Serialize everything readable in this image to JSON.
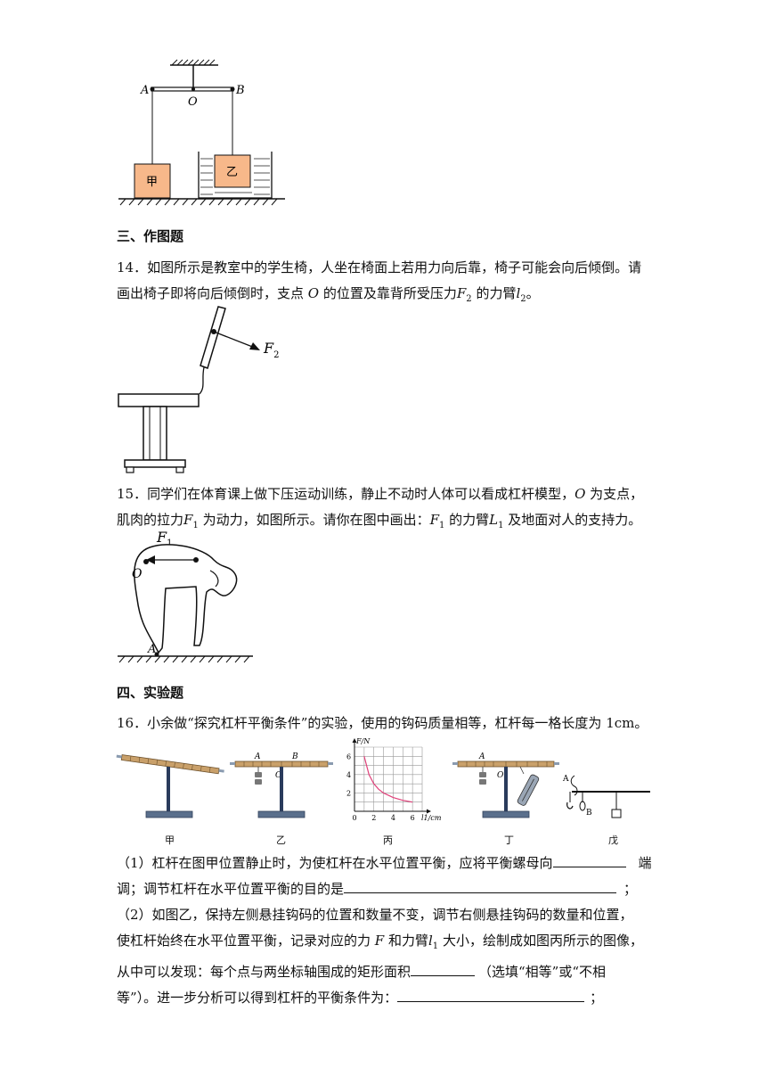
{
  "fig13": {
    "label_a": "A",
    "label_b": "B",
    "label_o": "O",
    "block_jia": "甲",
    "block_yi": "乙"
  },
  "section3": {
    "title": "三、作图题"
  },
  "q14": {
    "line1": "14．如图所示是教室中的学生椅，人坐在椅面上若用力向后靠，椅子可能会向后倾倒。请",
    "line2_a": "画出椅子即将向后倾倒时，支点 ",
    "line2_o": "O",
    "line2_b": " 的位置及靠背所受压力",
    "line2_f": "F",
    "line2_f_sub": "2",
    "line2_c": " 的力臂",
    "line2_l": "l",
    "line2_l_sub": "2",
    "line2_d": "。",
    "fig_f": "F",
    "fig_f_sub": "2"
  },
  "q15": {
    "line1_a": "15．同学们在体育课上做下压运动训练，静止不动时人体可以看成杠杆模型，",
    "line1_o": "O",
    "line1_b": " 为支点，",
    "line2_a": "肌肉的拉力",
    "line2_f": "F",
    "line2_f_sub": "1",
    "line2_b": " 为动力，如图所示。请你在图中画出：",
    "line2_f2": "F",
    "line2_f2_sub": "1",
    "line2_c": " 的力臂",
    "line2_l": "L",
    "line2_l_sub": "1",
    "line2_d": " 及地面对人的支持力。",
    "fig_f": "F",
    "fig_f_sub": "1",
    "fig_o": "O",
    "fig_a": "A"
  },
  "section4": {
    "title": "四、实验题"
  },
  "q16": {
    "intro": "16．小余做“探究杠杆平衡条件”的实验，使用的钩码质量相等，杠杆每一格长度为 1cm。",
    "captions": [
      "甲",
      "乙",
      "丙",
      "丁",
      "戊"
    ],
    "fig_yi": {
      "a": "A",
      "b": "B",
      "o": "O"
    },
    "fig_ding": {
      "a": "A",
      "o": "O"
    },
    "fig_wu": {
      "a": "A",
      "b": "B"
    },
    "p1_line1_a": "（1）杠杆在图甲位置静止时，为使杠杆在水平位置平衡，应将平衡螺母向",
    "p1_line1_b": "端",
    "p1_line2_a": "调；调节杠杆在水平位置平衡的目的是",
    "p1_line2_b": "；",
    "p2_line1": "（2）如图乙，保持左侧悬挂钩码的位置和数量不变，调节右侧悬挂钩码的数量和位置，",
    "p2_line2_a": "使杠杆始终在水平位置平衡，记录对应的力 ",
    "p2_line2_f": "F",
    "p2_line2_b": " 和力臂",
    "p2_line2_l": "l",
    "p2_line2_l_sub": "1",
    "p2_line2_c": " 大小，绘制成如图丙所示的图像，",
    "p2_line3_a": "从中可以发现：每个点与两坐标轴围成的矩形面积",
    "p2_line3_b": "（选填“相等”或“不相",
    "p2_line4_a": "等”）。进一步分析可以得到杠杆的平衡条件为：",
    "p2_line4_b": "；"
  },
  "chart_data": {
    "type": "line",
    "title": "",
    "xlabel": "l1/cm",
    "ylabel": "F/N",
    "xlim": [
      0,
      7
    ],
    "ylim": [
      0,
      7
    ],
    "xticks": [
      0,
      2,
      4,
      6
    ],
    "yticks": [
      2,
      4,
      6
    ],
    "grid": true,
    "series": [
      {
        "x": [
          1,
          1.5,
          2,
          2.5,
          3,
          4,
          5,
          6
        ],
        "y": [
          6,
          4,
          3,
          2.4,
          2,
          1.5,
          1.2,
          1
        ]
      }
    ],
    "color": "#e0417a"
  }
}
